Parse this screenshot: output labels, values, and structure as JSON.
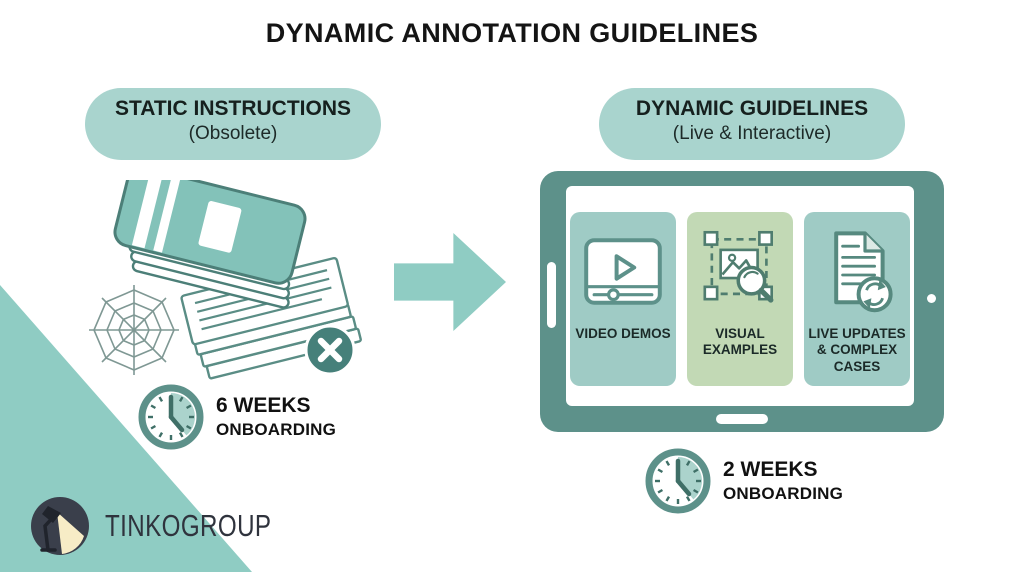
{
  "title": "DYNAMIC ANNOTATION GUIDELINES",
  "comparison": {
    "before": {
      "badge_title": "STATIC INSTRUCTIONS",
      "badge_subtitle": "(Obsolete)",
      "duration_value": "6 WEEKS",
      "duration_label": "ONBOARDING"
    },
    "after": {
      "badge_title": "DYNAMIC GUIDELINES",
      "badge_subtitle": "(Live & Interactive)",
      "panels": [
        {
          "label": "VIDEO DEMOS"
        },
        {
          "label": "VISUAL EXAMPLES"
        },
        {
          "label": "LIVE UPDATES & COMPLEX CASES"
        }
      ],
      "duration_value": "2 WEEKS",
      "duration_label": "ONBOARDING"
    }
  },
  "footer": {
    "brand": "TINKOGROUP"
  },
  "icons": {
    "before_illustration": "old-book-with-cobweb-and-rejected-papers",
    "duration_icon": "clock-icon",
    "transition_icon": "right-arrow-icon",
    "panel_icons": [
      "video-player-icon",
      "image-selection-magnifier-icon",
      "document-sync-icon"
    ],
    "brand_logo": "desk-lamp-icon"
  },
  "colors": {
    "accent_teal": "#8fccc3",
    "pill_bg": "#a9d4ce",
    "tablet_frame": "#5d918a",
    "panel_teal": "#9fcbc5",
    "panel_green": "#c2d9b5",
    "icon_stroke": "#4f837b",
    "text_dark": "#141414",
    "logo_dark": "#3a3f4b",
    "logo_cream": "#f7ecc6"
  }
}
